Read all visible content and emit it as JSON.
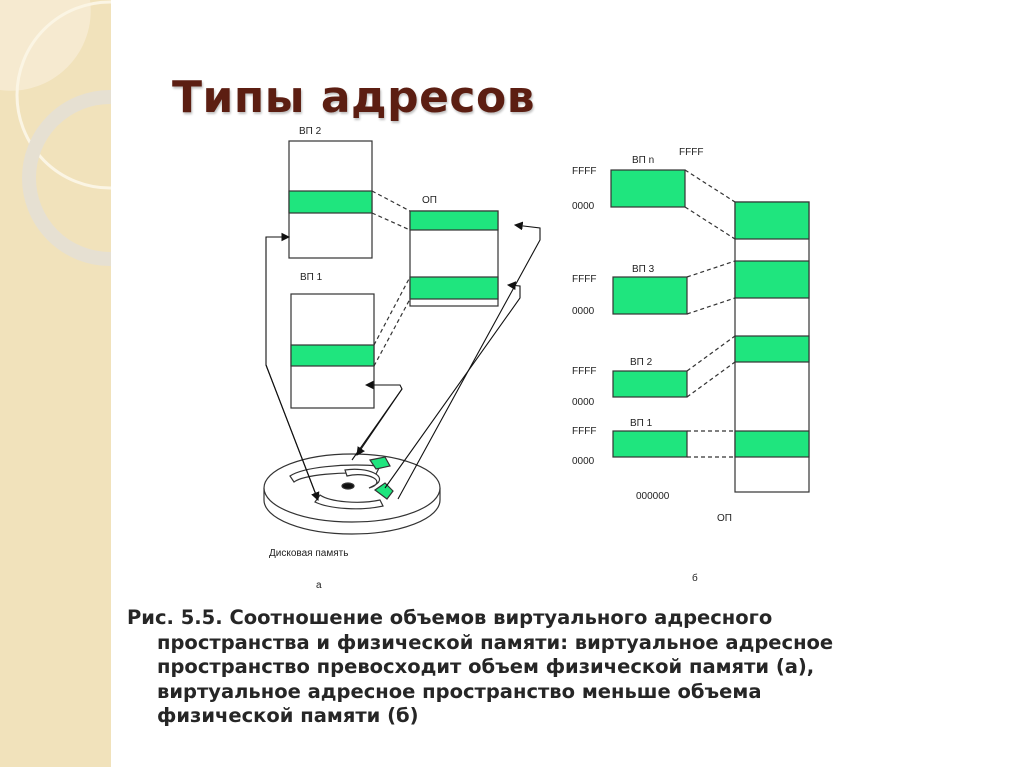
{
  "slide": {
    "title": "Типы адресов",
    "caption_lines": [
      "Рис. 5.5. Соотношение объемов виртуального адресного",
      "пространства и физической памяти: виртуальное адресное",
      "пространство превосходит объем физической памяти (а),",
      "виртуальное адресное пространство меньше объема",
      "физической памяти (б)"
    ]
  },
  "diagram_a": {
    "vp2": "ВП 2",
    "vp1": "ВП 1",
    "op": "ОП",
    "disk": "Дисковая память",
    "letter": "а"
  },
  "diagram_b": {
    "vpn": "ВП n",
    "vp3": "ВП 3",
    "vp2": "ВП 2",
    "vp1": "ВП 1",
    "ffff": "FFFF",
    "zero4": "0000",
    "zero6": "000000",
    "op": "ОП",
    "letter": "б"
  },
  "colors": {
    "green": "#1fe57e",
    "title": "#5c1e12",
    "band": "#f1e2bb"
  }
}
